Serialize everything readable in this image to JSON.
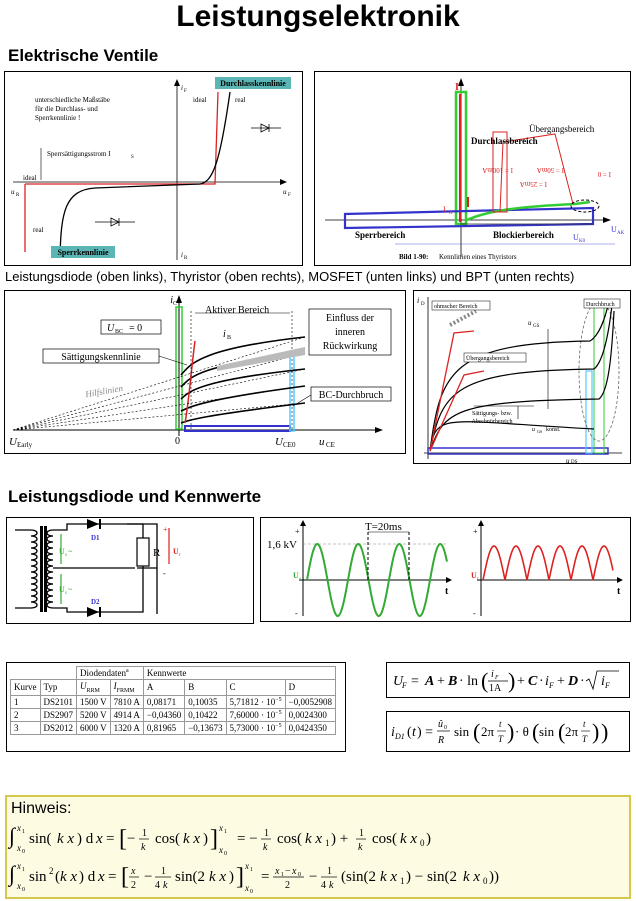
{
  "title": "Leistungselektronik",
  "section1": {
    "heading": "Elektrische Ventile",
    "fig1": {
      "label_durchlass": "Durchlasskennlinie",
      "label_sperr": "Sperrkennlinie",
      "note": [
        "unterschiedliche Maßstäbe",
        "für die Durchlass- und",
        "Sperrkennlinie !"
      ],
      "sperrstrom": "Sperrsättigungsstrom I",
      "ideal": "ideal",
      "real": "real",
      "iF": "i",
      "iR": "i",
      "uF": "u",
      "uR": "u"
    },
    "fig2": {
      "I": "I",
      "durchlassbereich": "Durchlassbereich",
      "uebergangsbereich": "Übergangsbereich",
      "sperrbereich": "Sperrbereich",
      "blockierbereich": "Blockierbereich",
      "IH": "I",
      "UAK": "U",
      "UK0": "U",
      "caption_bold": "Bild 1-90:",
      "caption_rest": " Kennlinien eines Thyristors",
      "ig_labels": [
        "I = 100mA",
        "I = 50mA",
        "I = 25mA",
        "I = 0"
      ]
    },
    "caption": "Leistungsdiode (oben links), Thyristor (oben rechts), MOSFET (unten links) und BPT (unten rechts)",
    "fig3": {
      "iC": "i",
      "aktiver_bereich": "Aktiver Bereich",
      "ubc": "U",
      "iB": "i",
      "einfluss": [
        "Einfluss der",
        "inneren",
        "Rückwirkung"
      ],
      "saettigung": "Sättigungskennlinie",
      "hilfslinien": "Hilfslinien",
      "bc_durchbruch": "BC-Durchbruch",
      "uearly": "U",
      "zero": "0",
      "uce0": "U",
      "uCE": "u"
    },
    "fig4": {
      "iD": "i",
      "ohmscher": "ohmscher Bereich",
      "durchbruch": "Durchbruch",
      "uebergang": "Übergangsbereich",
      "saettigung": [
        "Sättigungs- bzw.",
        "Abschnürbereich"
      ],
      "uGS": "u",
      "uGS_konst": "u",
      "uDS": "u"
    }
  },
  "section2": {
    "heading": "Leistungsdiode und Kennwerte",
    "circuit": {
      "D1": "D1",
      "D2": "D2",
      "R": "R",
      "Us1": "U",
      "Us2": "U",
      "Ur": "U",
      "plus": "+",
      "minus": "-"
    },
    "waveform": {
      "T": "T=20ms",
      "kv": "1,6 kV",
      "Us": "U",
      "Ur": "U",
      "t": "t",
      "plus": "+",
      "minus": "-"
    },
    "table": {
      "group_header1": "Diodendaten",
      "group_header1_sup": "a",
      "group_header2": "Kennwerte",
      "columns": [
        "Kurve",
        "Typ",
        "U",
        "I",
        "A",
        "B",
        "C",
        "D"
      ],
      "col_subs": [
        "",
        "",
        "RRM",
        "FRMM",
        "",
        "",
        "",
        ""
      ],
      "rows": [
        [
          "1",
          "DS2101",
          "1500 V",
          "7810 A",
          "0,08171",
          "0,10035",
          "5,71812 · 10",
          "−0,0052908"
        ],
        [
          "2",
          "DS2907",
          "5200 V",
          "4914 A",
          "−0,04360",
          "0,10422",
          "7,60000 · 10",
          "0,0024300"
        ],
        [
          "3",
          "DS2012",
          "6000 V",
          "1320 A",
          "0,81965",
          "−0,13673",
          "5,73000 · 10",
          "0,0424350"
        ]
      ],
      "exp": "−5"
    },
    "formula1": "U",
    "formula2": "i"
  },
  "hint": {
    "title": "Hinweis:"
  }
}
